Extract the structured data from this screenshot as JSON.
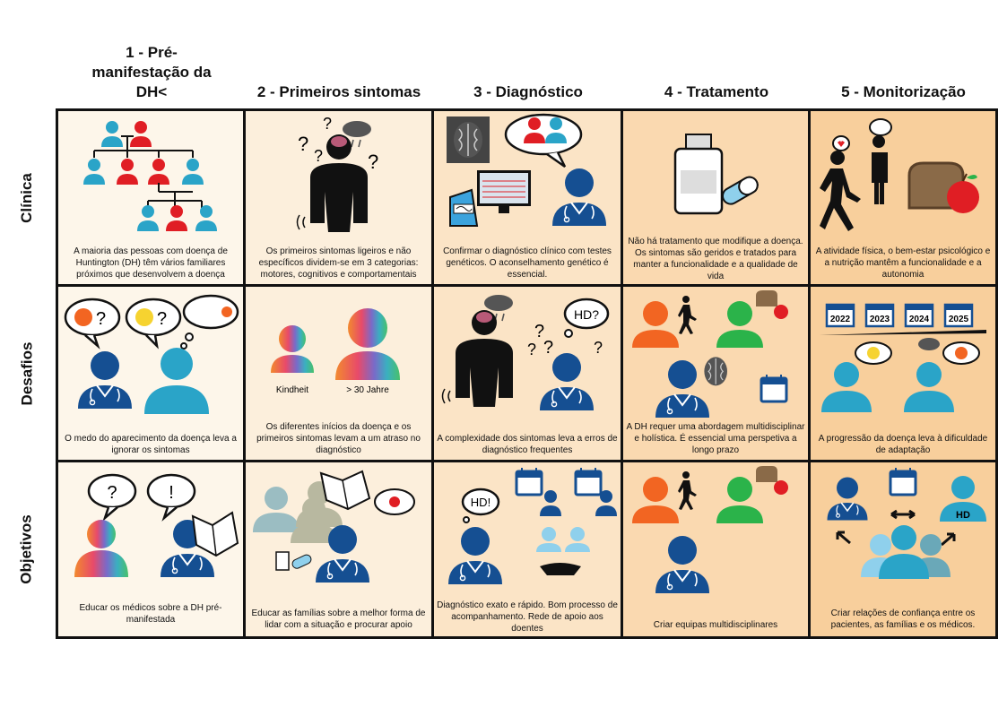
{
  "columns": [
    "1 - Pré-manifestação da DH<",
    "2 - Primeiros sintomas",
    "3 - Diagnóstico",
    "4 - Tratamento",
    "5 - Monitorização"
  ],
  "rows": [
    "Clínica",
    "Desafios",
    "Objetivos"
  ],
  "cells": {
    "r1c1": "A maioria das pessoas com doença de Huntington (DH) têm vários familiares próximos que desenvolvem a doença",
    "r1c2": "Os primeiros sintomas ligeiros e não específicos dividem-se em 3 categorias: motores, cognitivos e comportamentais",
    "r1c3": "Confirmar o diagnóstico clínico com testes genéticos. O aconselhamento genético é essencial.",
    "r1c4": "Não há tratamento que modifique a doença. Os sintomas são geridos e tratados para manter a funcionalidade e a qualidade de vida",
    "r1c5": "A atividade física, o bem-estar psicológico e a nutrição mantêm a funcionalidade e a autonomia",
    "r2c1": "O medo do aparecimento da doença leva a ignorar os sintomas",
    "r2c2": "Os diferentes inícios da doença e os primeiros sintomas levam a um atraso no diagnóstico",
    "r2c3": "A complexidade dos sintomas leva a erros de diagnóstico frequentes",
    "r2c4": "A DH requer uma abordagem multidisciplinar e holística. É essencial uma perspetiva a longo prazo",
    "r2c5": "A progressão da doença leva à dificuldade de adaptação",
    "r3c1": "Educar os médicos sobre a DH pré-manifestada",
    "r3c2": "Educar as famílias sobre a melhor forma de lidar com a situação e procurar apoio",
    "r3c3": "Diagnóstico exato e rápido. Bom processo de acompanhamento. Rede de apoio aos doentes",
    "r3c4": "Criar equipas multidisciplinares",
    "r3c5": "Criar relações de confiança entre os pacientes, as famílias e os médicos."
  },
  "labels": {
    "kindheit": "Kindheit",
    "over30": "> 30 Jahre",
    "hd_question": "HD?",
    "hd_exclaim": "HD!",
    "hd": "HD",
    "years": [
      "2022",
      "2023",
      "2024",
      "2025"
    ],
    "question": "?",
    "exclaim": "!"
  },
  "colors": {
    "col1": "#fdf6ea",
    "col2": "#fcefdc",
    "col3": "#fbe4c6",
    "col4": "#fad9b0",
    "col5": "#f8cf9c",
    "doctor": "#154f92",
    "family": "#2aa4c8",
    "red": "#e01e24",
    "orange": "#f26522",
    "green": "#2bb34a"
  }
}
